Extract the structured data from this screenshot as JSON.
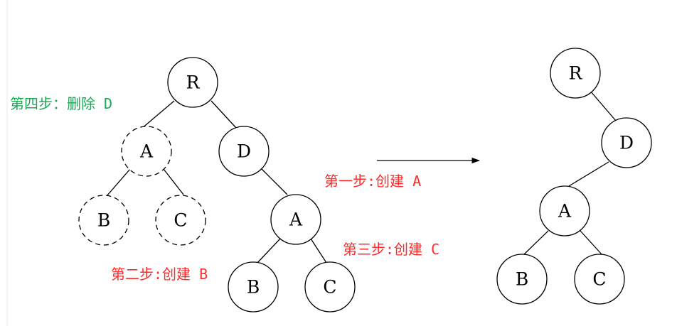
{
  "colors": {
    "step_red": "#ff2a2a",
    "step_green": "#1aaa55",
    "stroke": "#000000"
  },
  "left_tree": {
    "nodes": [
      {
        "id": "R",
        "label": "R",
        "dashed": false
      },
      {
        "id": "A-removed",
        "label": "A",
        "dashed": true
      },
      {
        "id": "D",
        "label": "D",
        "dashed": false
      },
      {
        "id": "B-removed",
        "label": "B",
        "dashed": true
      },
      {
        "id": "C-removed",
        "label": "C",
        "dashed": true
      },
      {
        "id": "A-new",
        "label": "A",
        "dashed": false
      },
      {
        "id": "B-new",
        "label": "B",
        "dashed": false
      },
      {
        "id": "C-new",
        "label": "C",
        "dashed": false
      }
    ]
  },
  "right_tree": {
    "nodes": [
      {
        "id": "R",
        "label": "R"
      },
      {
        "id": "D",
        "label": "D"
      },
      {
        "id": "A",
        "label": "A"
      },
      {
        "id": "B",
        "label": "B"
      },
      {
        "id": "C",
        "label": "C"
      }
    ]
  },
  "steps": {
    "step1": "第一步:创建 A",
    "step2": "第二步:创建 B",
    "step3": "第三步:创建 C",
    "step4": "第四步：删除 D"
  }
}
